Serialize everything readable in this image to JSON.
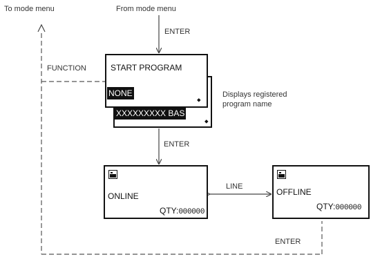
{
  "labels": {
    "to_mode_menu": "To mode menu",
    "from_mode_menu": "From mode menu",
    "enter_top": "ENTER",
    "function": "FUNCTION",
    "enter_middle": "ENTER",
    "line": "LINE",
    "enter_bottom": "ENTER",
    "registered_note_line1": "Displays registered",
    "registered_note_line2": "program name"
  },
  "screens": {
    "start_program": {
      "title": "START PROGRAM",
      "selected": "NONE",
      "cursor_symbol": "⬥"
    },
    "program_name": {
      "text": "XXXXXXXXX BAS",
      "cursor_symbol": "⬥"
    },
    "online": {
      "status": "ONLINE",
      "qty_label": "QTY:",
      "qty_value": "000000"
    },
    "offline": {
      "status": "OFFLINE",
      "qty_label": "QTY:",
      "qty_value": "000000"
    }
  },
  "icons": {
    "screen_icon": "terminal-icon",
    "cursor": "up-down-cursor-icon"
  },
  "colors": {
    "stroke": "#111111",
    "dashed": "#555555",
    "highlight_bg": "#111111",
    "highlight_text": "#ffffff"
  }
}
